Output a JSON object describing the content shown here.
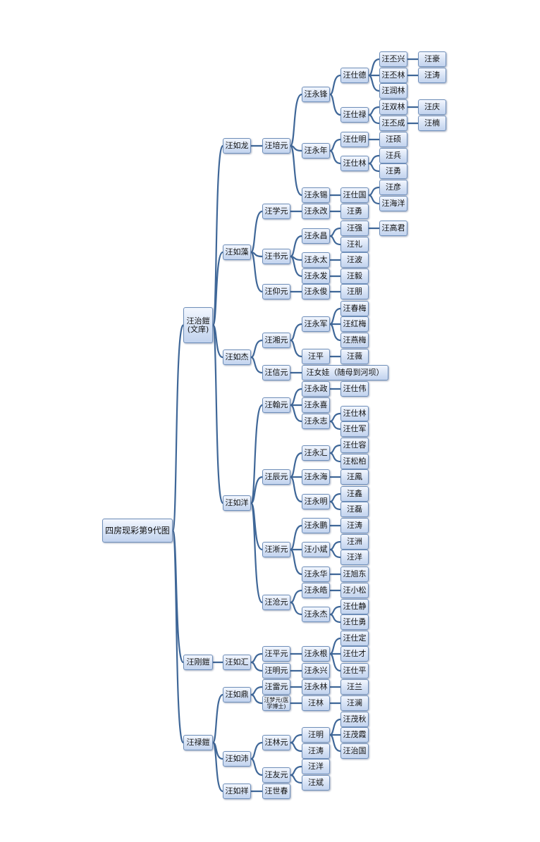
{
  "root": {
    "label": "四房现彩第9代图"
  },
  "nodes": {
    "zhikai": {
      "label": "汪治鎧\n(文庠)"
    },
    "gangkai": {
      "label": "汪刚鎧"
    },
    "lukai": {
      "label": "汪禄鎧"
    },
    "rulong": {
      "label": "汪如龙"
    },
    "ruzao": {
      "label": "汪如藻"
    },
    "rujie": {
      "label": "汪如杰"
    },
    "ruyang": {
      "label": "汪如洋"
    },
    "ruhui": {
      "label": "汪如汇"
    },
    "ruding": {
      "label": "汪如鼎"
    },
    "rupei": {
      "label": "汪如沛"
    },
    "ruxiang": {
      "label": "汪如祥"
    },
    "peiyuan": {
      "label": "汪培元"
    },
    "xueyuan": {
      "label": "汪学元"
    },
    "shuyuan": {
      "label": "汪书元"
    },
    "yangyuan": {
      "label": "汪仰元"
    },
    "xiangyuan": {
      "label": "汪湘元"
    },
    "xinyuan": {
      "label": "汪信元"
    },
    "hanyuan": {
      "label": "汪翰元"
    },
    "chenyuan": {
      "label": "汪辰元"
    },
    "xiyuan": {
      "label": "汪淅元"
    },
    "cangyuan": {
      "label": "汪沧元"
    },
    "pingyuan": {
      "label": "汪平元"
    },
    "mingyuan": {
      "label": "汪明元"
    },
    "leiyuan": {
      "label": "汪雷元"
    },
    "mengyuan": {
      "label": "汪梦元(医学博士)"
    },
    "linyuan": {
      "label": "汪林元"
    },
    "youyuan": {
      "label": "汪友元"
    },
    "shichun": {
      "label": "汪世春"
    },
    "yongfeng": {
      "label": "汪永锋"
    },
    "yongnian": {
      "label": "汪永年"
    },
    "yongxi": {
      "label": "汪永锡"
    },
    "yonggai": {
      "label": "汪永改"
    },
    "yongchang": {
      "label": "汪永昌"
    },
    "yongtai": {
      "label": "汪永太"
    },
    "yongfa": {
      "label": "汪永发"
    },
    "yongjun2": {
      "label": "汪永俊"
    },
    "yongjun": {
      "label": "汪永军"
    },
    "wangping": {
      "label": "汪平"
    },
    "nvwa": {
      "label": "汪女娃（随母到河坝）"
    },
    "yongzheng": {
      "label": "汪永政"
    },
    "yongxi2": {
      "label": "汪永喜"
    },
    "yongzhi": {
      "label": "汪永志"
    },
    "yonghui": {
      "label": "汪永汇"
    },
    "yonghai": {
      "label": "汪永海"
    },
    "yongming": {
      "label": "汪永明"
    },
    "yongpeng": {
      "label": "汪永鹏"
    },
    "xiaobin": {
      "label": "汪小斌"
    },
    "yonghua": {
      "label": "汪永华"
    },
    "yonghao": {
      "label": "汪永皓"
    },
    "yongjie": {
      "label": "汪永杰"
    },
    "yonggen": {
      "label": "汪永根"
    },
    "yongxing": {
      "label": "汪永兴"
    },
    "yonglin": {
      "label": "汪永林"
    },
    "wanglin": {
      "label": "汪林"
    },
    "wangming": {
      "label": "汪明"
    },
    "wangtao2": {
      "label": "汪涛"
    },
    "wangyang3": {
      "label": "汪洋"
    },
    "wangbin": {
      "label": "汪斌"
    },
    "shide": {
      "label": "汪仕德"
    },
    "shilu": {
      "label": "汪仕禄"
    },
    "shiming": {
      "label": "汪仕明"
    },
    "shilin": {
      "label": "汪仕林"
    },
    "shiguo": {
      "label": "汪仕国"
    },
    "wangyong1": {
      "label": "汪勇"
    },
    "wangqiang": {
      "label": "汪强"
    },
    "wangli": {
      "label": "汪礼"
    },
    "wangbo": {
      "label": "汪波"
    },
    "wangyi": {
      "label": "汪毅"
    },
    "wangpeng": {
      "label": "汪朋"
    },
    "chunmei": {
      "label": "汪春梅"
    },
    "hongmei": {
      "label": "汪红梅"
    },
    "yanmei": {
      "label": "汪燕梅"
    },
    "wangwei": {
      "label": "汪薇"
    },
    "shiwei": {
      "label": "汪仕伟"
    },
    "shilin2": {
      "label": "汪仕林"
    },
    "shijun": {
      "label": "汪仕军"
    },
    "shirong": {
      "label": "汪仕容"
    },
    "songbo": {
      "label": "汪松柏"
    },
    "wangfeng": {
      "label": "汪鳳"
    },
    "wangxin": {
      "label": "汪鑫"
    },
    "wanglei": {
      "label": "汪磊"
    },
    "wangtao": {
      "label": "汪涛"
    },
    "wangzhou": {
      "label": "汪洲"
    },
    "wangyang": {
      "label": "汪洋"
    },
    "xudong": {
      "label": "汪旭东"
    },
    "xiaosong": {
      "label": "汪小松"
    },
    "shijing": {
      "label": "汪仕静"
    },
    "shiyong": {
      "label": "汪仕勇"
    },
    "shiding": {
      "label": "汪仕定"
    },
    "shicai": {
      "label": "汪仕才"
    },
    "shiping": {
      "label": "汪仕平"
    },
    "wanglan": {
      "label": "汪兰"
    },
    "wanglan2": {
      "label": "汪澜"
    },
    "maoqiu": {
      "label": "汪茂秋"
    },
    "maoxia": {
      "label": "汪茂霞"
    },
    "zhiguo": {
      "label": "汪治国"
    },
    "pixing": {
      "label": "汪丕兴"
    },
    "pilin": {
      "label": "汪丕林"
    },
    "runlin": {
      "label": "汪润林"
    },
    "shuanglin": {
      "label": "汪双林"
    },
    "picheng": {
      "label": "汪丕成"
    },
    "wangshuo": {
      "label": "汪硕"
    },
    "wangbing": {
      "label": "汪兵"
    },
    "wangyong2": {
      "label": "汪勇"
    },
    "wangyan": {
      "label": "汪彦"
    },
    "haiyang": {
      "label": "汪海洋"
    },
    "gaojun": {
      "label": "汪高君"
    },
    "wanghao": {
      "label": "汪豪"
    },
    "wangtao3": {
      "label": "汪涛"
    },
    "wangqing": {
      "label": "汪庆"
    },
    "wangnan": {
      "label": "汪楠"
    }
  },
  "colors": {
    "line": "#3f6798",
    "node_border": "#6f8fba",
    "node_fill_top": "#f3f7fe",
    "node_fill_bottom": "#c2d3ee"
  }
}
